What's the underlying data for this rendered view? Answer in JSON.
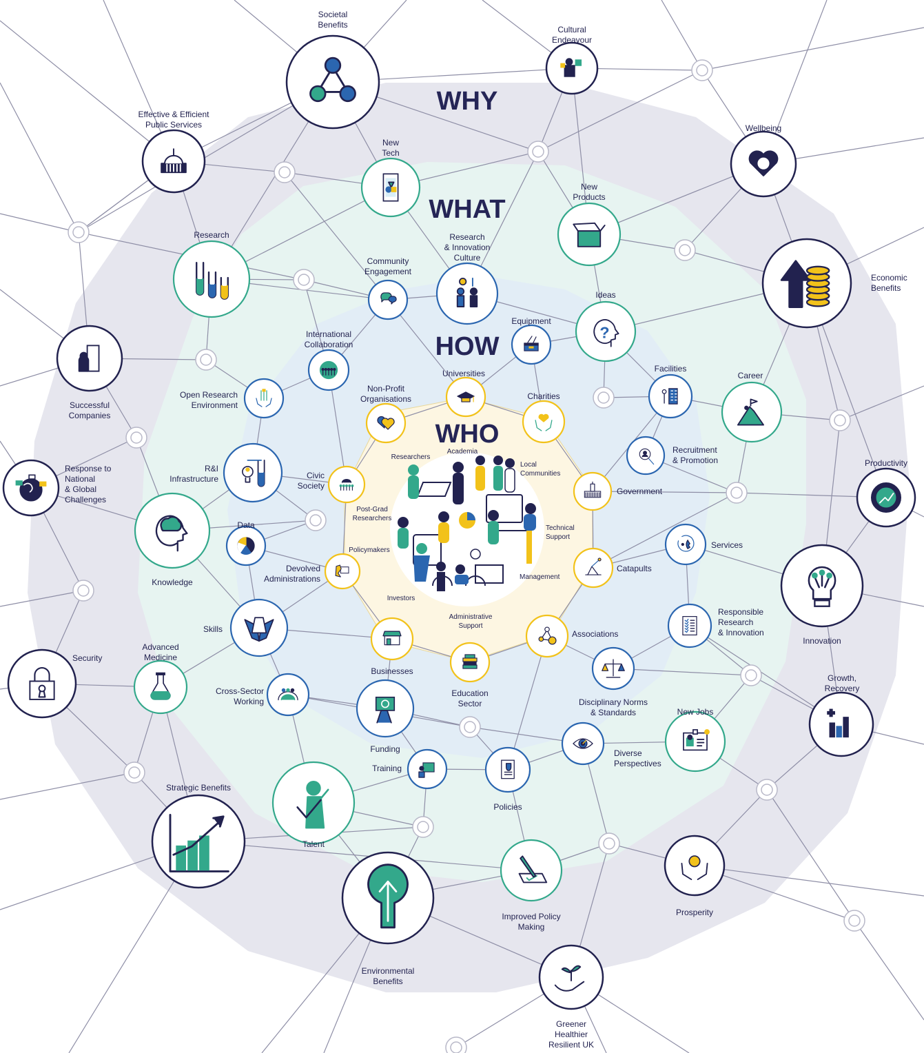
{
  "zones": {
    "why": "WHY",
    "what": "WHAT",
    "how": "HOW",
    "who": "WHO"
  },
  "colors": {
    "navy": "#22224f",
    "teal": "#33a88b",
    "blue": "#2b66b0",
    "yellow": "#f2c21a",
    "why_band": "#e6e6ee",
    "what_band": "#e7f4f1",
    "how_band": "#e2edf6",
    "who_band": "#fdf6e2",
    "line": "#8e8ea6"
  },
  "why_nodes": [
    {
      "id": "societal",
      "lines": [
        "Societal",
        "Benefits"
      ],
      "icon": "three-people-network-icon"
    },
    {
      "id": "cultural",
      "lines": [
        "Cultural",
        "Endeavour"
      ],
      "icon": "thinker-statue-icon"
    },
    {
      "id": "public",
      "lines": [
        "Effective & Efficient",
        "Public Services"
      ],
      "icon": "government-dome-icon"
    },
    {
      "id": "wellbeing",
      "lines": [
        "Wellbeing"
      ],
      "icon": "heart-brain-icon"
    },
    {
      "id": "economic",
      "lines": [
        "Economic",
        "Benefits"
      ],
      "icon": "arrow-up-coins-icon"
    },
    {
      "id": "successful",
      "lines": [
        "Successful",
        "Companies"
      ],
      "icon": "person-doorway-icon"
    },
    {
      "id": "response",
      "lines": [
        "Response to",
        "National",
        "& Global",
        "Challenges"
      ],
      "icon": "globe-flags-icon"
    },
    {
      "id": "productivity",
      "lines": [
        "Productivity"
      ],
      "icon": "gear-trend-icon"
    },
    {
      "id": "innovation",
      "lines": [
        "Innovation"
      ],
      "icon": "lightbulb-circuit-icon"
    },
    {
      "id": "security",
      "lines": [
        "Security"
      ],
      "icon": "padlock-icon"
    },
    {
      "id": "growth",
      "lines": [
        "Growth,",
        "Recovery"
      ],
      "icon": "bar-chart-plus-icon"
    },
    {
      "id": "strategic",
      "lines": [
        "Strategic Benefits"
      ],
      "icon": "growth-chart-arrow-icon"
    },
    {
      "id": "environmental",
      "lines": [
        "Environmental",
        "Benefits"
      ],
      "icon": "tree-arrow-icon"
    },
    {
      "id": "prosperity",
      "lines": [
        "Prosperity"
      ],
      "icon": "hands-pound-coin-icon"
    },
    {
      "id": "greener",
      "lines": [
        "Greener",
        "Healthier",
        "Resilient UK"
      ],
      "icon": "hand-seedling-icon"
    }
  ],
  "what_nodes": [
    {
      "id": "newtech",
      "lines": [
        "New",
        "Tech"
      ],
      "icon": "smartphone-shapes-icon"
    },
    {
      "id": "newproducts",
      "lines": [
        "New",
        "Products"
      ],
      "icon": "open-box-icon"
    },
    {
      "id": "research",
      "lines": [
        "Research"
      ],
      "icon": "test-tubes-icon"
    },
    {
      "id": "ideas",
      "lines": [
        "Ideas"
      ],
      "icon": "head-question-icon"
    },
    {
      "id": "career",
      "lines": [
        "Career"
      ],
      "icon": "mountain-climber-icon"
    },
    {
      "id": "knowledge",
      "lines": [
        "Knowledge"
      ],
      "icon": "head-brain-icon"
    },
    {
      "id": "advmed",
      "lines": [
        "Advanced",
        "Medicine"
      ],
      "icon": "flask-icon"
    },
    {
      "id": "talent",
      "lines": [
        "Talent"
      ],
      "icon": "person-check-icon"
    },
    {
      "id": "improvedpolicy",
      "lines": [
        "Improved Policy",
        "Making"
      ],
      "icon": "pen-paper-icon"
    },
    {
      "id": "newjobs",
      "lines": [
        "New Jobs"
      ],
      "icon": "id-badge-icon"
    }
  ],
  "how_nodes": [
    {
      "id": "community",
      "lines": [
        "Community",
        "Engagement"
      ],
      "icon": "speech-bubbles-icon"
    },
    {
      "id": "riculture",
      "lines": [
        "Research",
        "& Innovation",
        "Culture"
      ],
      "icon": "people-lightbulb-icon"
    },
    {
      "id": "intl",
      "lines": [
        "International",
        "Collaboration"
      ],
      "icon": "globe-people-icon"
    },
    {
      "id": "equipment",
      "lines": [
        "Equipment"
      ],
      "icon": "toolbox-icon"
    },
    {
      "id": "openresearch",
      "lines": [
        "Open Research",
        "Environment"
      ],
      "icon": "hands-tubes-icon"
    },
    {
      "id": "facilities",
      "lines": [
        "Facilities"
      ],
      "icon": "building-wrench-icon"
    },
    {
      "id": "recruitment",
      "lines": [
        "Recruitment",
        "& Promotion"
      ],
      "icon": "magnifier-person-icon"
    },
    {
      "id": "ri_infra",
      "lines": [
        "R&I",
        "Infrastructure"
      ],
      "icon": "lab-equipment-icon"
    },
    {
      "id": "data",
      "lines": [
        "Data"
      ],
      "icon": "pie-chart-icon"
    },
    {
      "id": "services",
      "lines": [
        "Services"
      ],
      "icon": "phone-service-icon"
    },
    {
      "id": "skills",
      "lines": [
        "Skills"
      ],
      "icon": "hands-origami-icon"
    },
    {
      "id": "rri",
      "lines": [
        "Responsible",
        "Research",
        "& Innovation"
      ],
      "icon": "checklist-icon"
    },
    {
      "id": "crosssector",
      "lines": [
        "Cross-Sector",
        "Working"
      ],
      "icon": "bridge-people-icon"
    },
    {
      "id": "norms",
      "lines": [
        "Disciplinary Norms",
        "& Standards"
      ],
      "icon": "scales-icon"
    },
    {
      "id": "funding",
      "lines": [
        "Funding"
      ],
      "icon": "hand-banknote-icon"
    },
    {
      "id": "diverse",
      "lines": [
        "Diverse",
        "Perspectives"
      ],
      "icon": "eye-icon"
    },
    {
      "id": "training",
      "lines": [
        "Training"
      ],
      "icon": "teacher-board-icon"
    },
    {
      "id": "policies",
      "lines": [
        "Policies"
      ],
      "icon": "document-shield-icon"
    }
  ],
  "who_nodes": [
    {
      "id": "universities",
      "lines": [
        "Universities"
      ],
      "icon": "graduation-cap-icon"
    },
    {
      "id": "nonprofit",
      "lines": [
        "Non-Profit",
        "Organisations"
      ],
      "icon": "hearts-icon"
    },
    {
      "id": "charities",
      "lines": [
        "Charities"
      ],
      "icon": "hands-heart-icon"
    },
    {
      "id": "civic",
      "lines": [
        "Civic",
        "Society"
      ],
      "icon": "people-dome-icon"
    },
    {
      "id": "government",
      "lines": [
        "Government"
      ],
      "icon": "parliament-icon"
    },
    {
      "id": "devolved",
      "lines": [
        "Devolved",
        "Administrations"
      ],
      "icon": "dragon-document-icon"
    },
    {
      "id": "catapults",
      "lines": [
        "Catapults"
      ],
      "icon": "catapult-icon"
    },
    {
      "id": "businesses",
      "lines": [
        "Businesses"
      ],
      "icon": "storefront-icon"
    },
    {
      "id": "associations",
      "lines": [
        "Associations"
      ],
      "icon": "network-nodes-icon"
    },
    {
      "id": "education",
      "lines": [
        "Education",
        "Sector"
      ],
      "icon": "books-stack-icon"
    }
  ],
  "who_inner_labels": [
    {
      "id": "researchers",
      "lines": [
        "Researchers"
      ]
    },
    {
      "id": "academia",
      "lines": [
        "Academia"
      ]
    },
    {
      "id": "local",
      "lines": [
        "Local",
        "Communities"
      ]
    },
    {
      "id": "postgrad",
      "lines": [
        "Post-Grad",
        "Researchers"
      ]
    },
    {
      "id": "technical",
      "lines": [
        "Technical",
        "Support"
      ]
    },
    {
      "id": "policymakers",
      "lines": [
        "Policymakers"
      ]
    },
    {
      "id": "management",
      "lines": [
        "Management"
      ]
    },
    {
      "id": "investors",
      "lines": [
        "Investors"
      ]
    },
    {
      "id": "admin",
      "lines": [
        "Administrative",
        "Support"
      ]
    }
  ]
}
